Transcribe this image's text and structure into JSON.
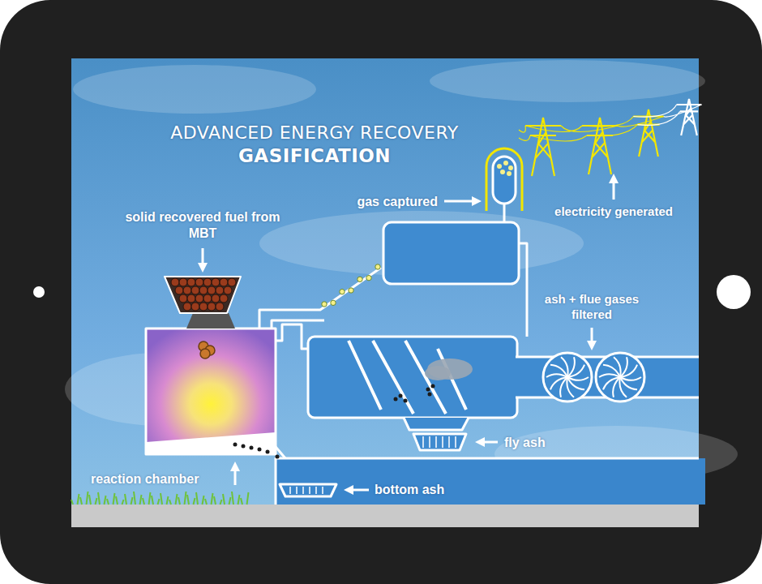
{
  "diagram": {
    "title": "ADVANCED ENERGY RECOVERY",
    "labels": [
      "GASIFICATION",
      "solid recovered fuel from MBT",
      "gas captured",
      "electricity generated",
      "ash + flue gases filtered",
      "fly ash",
      "reaction chamber",
      "bottom ash"
    ]
  }
}
